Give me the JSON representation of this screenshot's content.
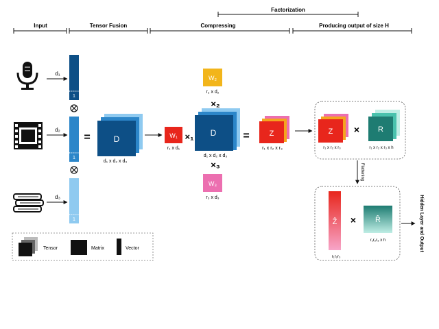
{
  "header": {
    "factorization": "Factorization",
    "input": "Input",
    "tensor_fusion": "Tensor Fusion",
    "compressing": "Compressing",
    "producing": "Producing output of size H"
  },
  "inputs": {
    "d1": "d₁",
    "d2": "d₂",
    "d3": "d₃",
    "one": "1",
    "icons": [
      "microphone-icon",
      "film-strip-icon",
      "books-icon"
    ]
  },
  "fusion": {
    "equals": "=",
    "D_label": "D",
    "D_dims": "d₁ x d₂ x d₃"
  },
  "compress": {
    "W1": "W₁",
    "W1_dims": "r₁ x d₁",
    "x1": "×₁",
    "W2": "W₂",
    "W2_dims": "r₂ x d₂",
    "x2": "×₂",
    "W3": "W₃",
    "W3_dims": "r₃ x d₃",
    "x3": "×₃",
    "D_label": "D",
    "D_dims": "d₁ x d₂ x d₃",
    "equals": "=",
    "Z": "Z",
    "Z_dims": "r₁ x r₂ x r₃"
  },
  "output": {
    "Z": "Z",
    "Z_dims": "r₁ x r₂ x r₃",
    "times": "×",
    "R": "R",
    "R_dims": "r₁ x r₂ x r₃ x h",
    "flattening": "Flattening",
    "Zhat": "Ẑ",
    "Zhat_dims": "r₁r₂r₃",
    "times2": "×",
    "Rhat": "R̂",
    "Rhat_dims": "r₁r₂r₃ x h",
    "hidden": "Hidden Layer and Output"
  },
  "legend": {
    "tensor": "Tensor",
    "matrix": "Matrix",
    "vector": "Vector"
  },
  "colors": {
    "dark_blue": "#0d4f86",
    "mid_blue": "#2c86c9",
    "light_blue": "#8fcaf0",
    "red": "#e8261c",
    "orange": "#f5a41e",
    "pink": "#ec6fb0",
    "gold": "#f2b51b",
    "teal_dark": "#1e7c72",
    "teal_light": "#49c2ad"
  }
}
